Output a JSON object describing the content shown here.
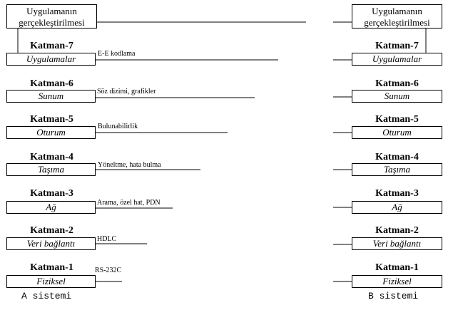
{
  "application": {
    "line1": "Uygulamanın",
    "line2": "gerçekleştirilmesi"
  },
  "layers_a": [
    {
      "title": "Katman-7",
      "name": "Uygulamalar",
      "note": "E-E kodlama"
    },
    {
      "title": "Katman-6",
      "name": "Sunum",
      "note": "Söz dizimi, grafikler"
    },
    {
      "title": "Katman-5",
      "name": "Oturum",
      "note": "Bulunabilirlik"
    },
    {
      "title": "Katman-4",
      "name": "Taşıma",
      "note": "Yöneltme, hata bulma"
    },
    {
      "title": "Katman-3",
      "name": "Ağ",
      "note": "Arama, özel hat, PDN"
    },
    {
      "title": "Katman-2",
      "name": "Veri bağlantı",
      "note": "HDLC"
    },
    {
      "title": "Katman-1",
      "name": "Fiziksel",
      "note": "RS-232C"
    }
  ],
  "layers_b": [
    {
      "title": "Katman-7",
      "name": "Uygulamalar"
    },
    {
      "title": "Katman-6",
      "name": "Sunum"
    },
    {
      "title": "Katman-5",
      "name": "Oturum"
    },
    {
      "title": "Katman-4",
      "name": "Taşıma"
    },
    {
      "title": "Katman-3",
      "name": "Ağ"
    },
    {
      "title": "Katman-2",
      "name": "Veri bağlantı"
    },
    {
      "title": "Katman-1",
      "name": "Fiziksel"
    }
  ],
  "system_a_label": "A sistemi",
  "system_b_label": "B sistemi"
}
